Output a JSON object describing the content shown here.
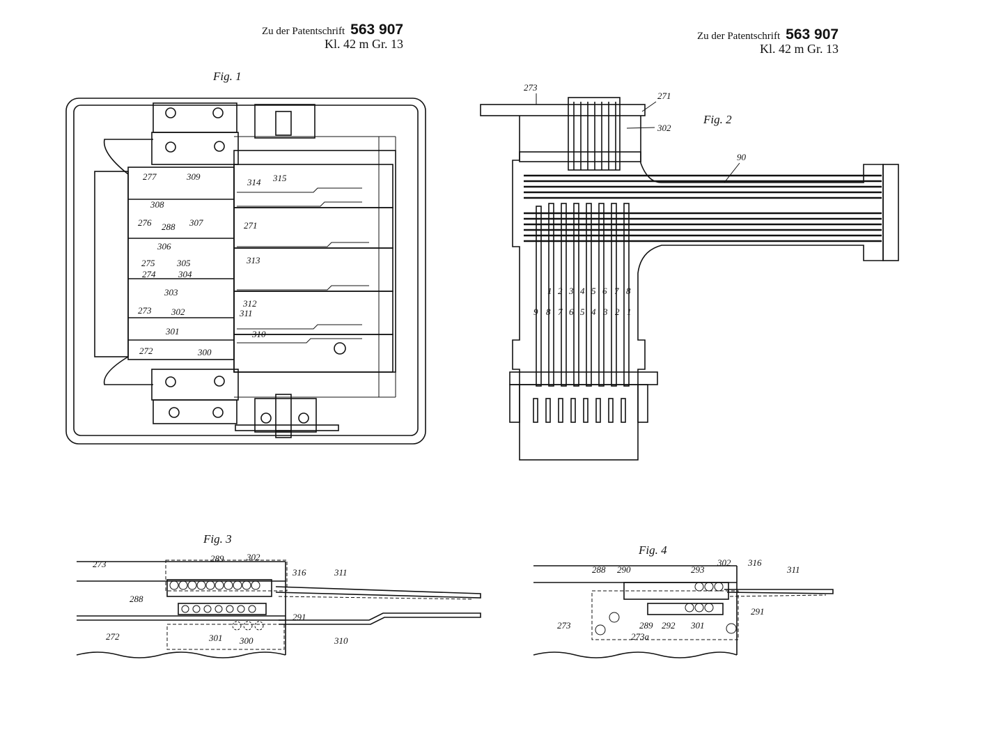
{
  "header_left": {
    "prefix": "Zu der Patentschrift",
    "number": "563 907",
    "class_line": "Kl. 42 m   Gr. 13"
  },
  "header_right": {
    "prefix": "Zu der Patentschrift",
    "number": "563 907",
    "class_line": "Kl. 42 m   Gr. 13"
  },
  "fig1": {
    "title": "Fig. 1",
    "labels": [
      "277",
      "309",
      "314",
      "315",
      "308",
      "276",
      "288",
      "307",
      "271",
      "306",
      "275",
      "305",
      "313",
      "274",
      "304",
      "303",
      "312",
      "273",
      "302",
      "311",
      "301",
      "310",
      "272",
      "300"
    ]
  },
  "fig2": {
    "title": "Fig. 2",
    "labels": [
      "273",
      "271",
      "302",
      "90"
    ],
    "digits_top": [
      "1",
      "2",
      "3",
      "4",
      "5",
      "6",
      "7",
      "8"
    ],
    "digits_bottom": [
      "9",
      "8",
      "7",
      "6",
      "5",
      "4",
      "3",
      "2",
      "1"
    ]
  },
  "fig3": {
    "title": "Fig. 3",
    "labels": [
      "273",
      "289",
      "302",
      "316",
      "311",
      "288",
      "291",
      "272",
      "301",
      "300",
      "310"
    ]
  },
  "fig4": {
    "title": "Fig. 4",
    "labels": [
      "288",
      "290",
      "293",
      "302",
      "316",
      "311",
      "291",
      "273",
      "289",
      "292",
      "301",
      "273a"
    ]
  },
  "colors": {
    "ink": "#111111",
    "paper": "#ffffff"
  }
}
